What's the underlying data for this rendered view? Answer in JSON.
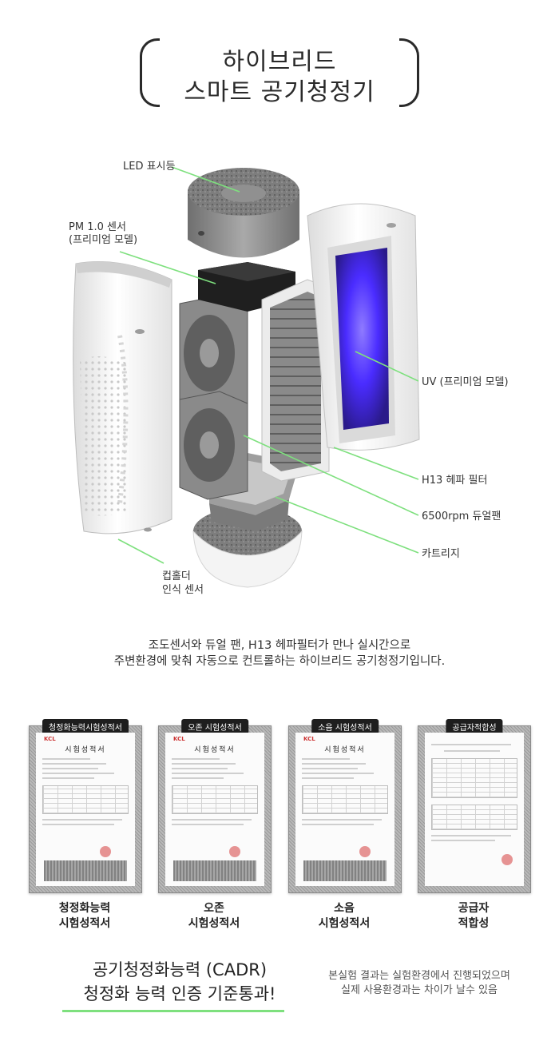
{
  "title": {
    "line1": "하이브리드",
    "line2": "스마트 공기청정기"
  },
  "parts": {
    "led": "LED 표시등",
    "pm_line1": "PM 1.0 센서",
    "pm_line2": "(프리미엄 모델)",
    "uv": "UV (프리미엄 모델)",
    "hepa": "H13 헤파 필터",
    "fan": "6500rpm  듀얼팬",
    "cartridge": "카트리지",
    "cup_line1": "컵홀더",
    "cup_line2": "인식 센서"
  },
  "description": {
    "line1": "조도센서와 듀얼 팬, H13 헤파필터가 만나 실시간으로",
    "line2": "주변환경에 맞춰 자동으로 컨트롤하는 하이브리드 공기청정기입니다."
  },
  "certificates": [
    {
      "tab": "청정화능력시험성적서",
      "doc_heading": "시험성적서",
      "caption_line1": "청정화능력",
      "caption_line2": "시험성적서"
    },
    {
      "tab": "오존 시험성적서",
      "doc_heading": "시험성적서",
      "caption_line1": "오존",
      "caption_line2": "시험성적서"
    },
    {
      "tab": "소음 시험성적서",
      "doc_heading": "시험성적서",
      "caption_line1": "소음",
      "caption_line2": "시험성적서"
    },
    {
      "tab": "공급자적합성",
      "doc_heading": "",
      "caption_line1": "공급자",
      "caption_line2": "적합성"
    }
  ],
  "cadr": {
    "line1": "공기청정화능력 (CADR)",
    "line2": "청정화 능력 인증 기준통과!"
  },
  "note": {
    "line1": "본실험 결과는 실험환경에서 진행되었으며",
    "line2": "실제 사용환경과는 차이가 날수 있음"
  },
  "colors": {
    "leader_line": "#7ee07e",
    "uv_glow": "#5b3cff",
    "housing": "#f2f2f2",
    "metal": "#8c8c8c"
  }
}
